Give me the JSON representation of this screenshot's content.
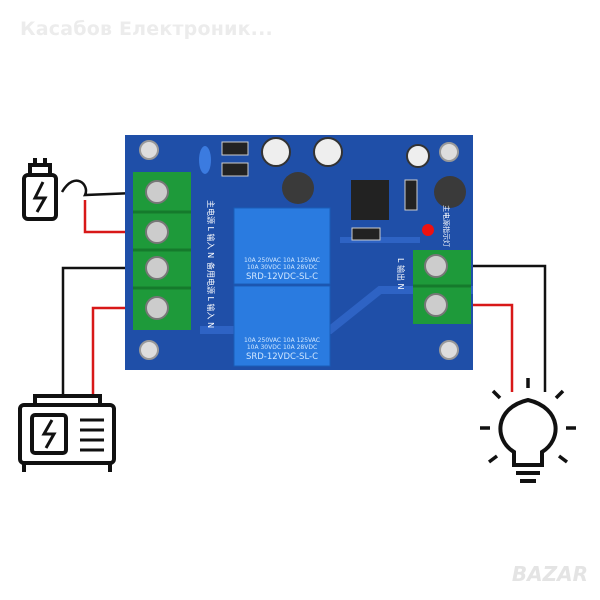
{
  "watermark": "Касабов Електроник...",
  "logo": "BAZAR",
  "relays": [
    {
      "line1": "10A 250VAC  10A 125VAC",
      "line2": "10A 30VDC  10A 28VDC",
      "model": "SRD-12VDC-SL-C"
    },
    {
      "line1": "10A 250VAC  10A 125VAC",
      "line2": "10A 30VDC  10A 28VDC",
      "model": "SRD-12VDC-SL-C"
    }
  ],
  "board_labels": {
    "main_input": "主电源 L 输入 N",
    "backup_input": "备用电源 L 输入 N",
    "output": "L 输出 N",
    "indicator": "主电源指示灯"
  },
  "colors": {
    "board": "#1f4fa8",
    "terminal": "#1e9a3a",
    "relay": "#2a7be0",
    "wire_live": "#d81818",
    "wire_neutral": "#111111"
  }
}
